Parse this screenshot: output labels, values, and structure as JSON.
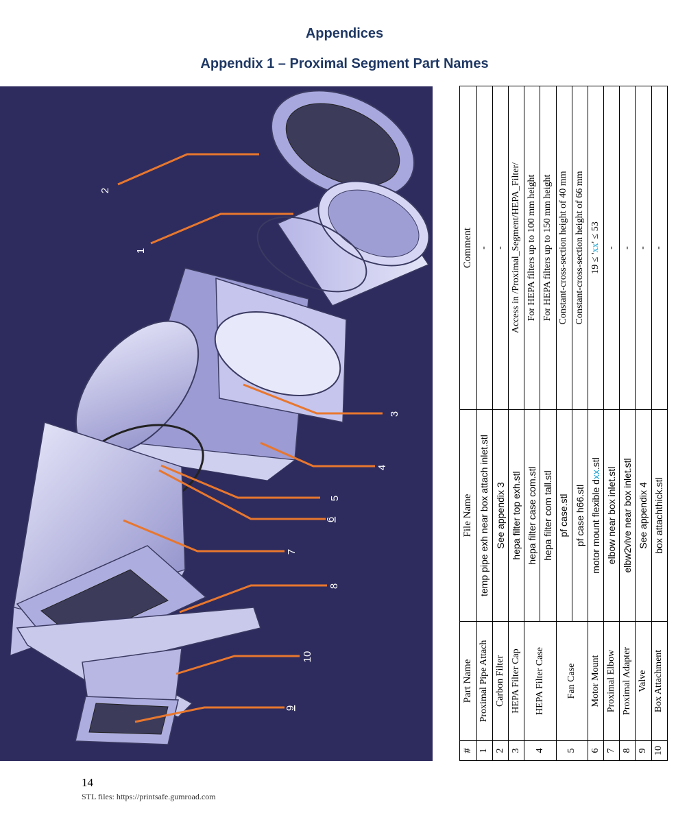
{
  "heading": "Appendices",
  "subheading": "Appendix 1 – Proximal Segment Part Names",
  "figure": {
    "callouts": [
      "1",
      "2",
      "3",
      "4",
      "5",
      "6",
      "7",
      "8",
      "9",
      "10"
    ]
  },
  "table": {
    "headers": {
      "num": "#",
      "part": "Part Name",
      "file": "File Name",
      "comment": "Comment"
    },
    "rows": [
      {
        "num": "1",
        "part": "Proximal Pipe Attach",
        "file": "temp pipe exh near box attach inlet.stl",
        "comment": "-"
      },
      {
        "num": "2",
        "part": "Carbon Filter",
        "file": "See appendix 3",
        "comment": "-"
      },
      {
        "num": "3",
        "part": "HEPA Filter Cap",
        "file": "hepa filter top exh.stl",
        "comment": "Access in /Proximal_Segment/HEPA_Filter/"
      },
      {
        "num": "4",
        "part": "HEPA Filter Case",
        "file": "hepa filter case com.stl",
        "comment": "For HEPA filters up to 100 mm height"
      },
      {
        "num": "",
        "part": "",
        "file": "hepa filter com tall.stl",
        "comment": "For HEPA filters up to 150 mm height"
      },
      {
        "num": "5",
        "part": "Fan Case",
        "file": "pf case.stl",
        "comment": "Constant-cross-section height of 40 mm"
      },
      {
        "num": "",
        "part": "",
        "file": "pf case h66.stl",
        "comment": "Constant-cross-section height of 66 mm"
      },
      {
        "num": "6",
        "part": "Motor Mount",
        "file_pre": "motor mount flexible d",
        "file_hl": "xx",
        "file_post": ".stl",
        "comment_pre": "19 ≤ '",
        "comment_hl": "xx",
        "comment_post": "' ≤ 53"
      },
      {
        "num": "7",
        "part": "Proximal Elbow",
        "file": "elbow near box inlet.stl",
        "comment": "-"
      },
      {
        "num": "8",
        "part": "Proximal Adapter",
        "file": "elbw2vlve near box inlet.stl",
        "comment": "-"
      },
      {
        "num": "9",
        "part": "Valve",
        "file": "See appendix 4",
        "comment": "-"
      },
      {
        "num": "10",
        "part": "Box Attachment",
        "file": "box attachthick.stl",
        "comment": "-"
      }
    ]
  },
  "page_number": "14",
  "footer": "STL files: https://printsafe.gumroad.com",
  "colors": {
    "heading": "#1f3864",
    "figure_bg": "#2e2c5e",
    "leader": "#e8772e",
    "part": "#c9c9ec",
    "highlight": "#19a3d6"
  }
}
